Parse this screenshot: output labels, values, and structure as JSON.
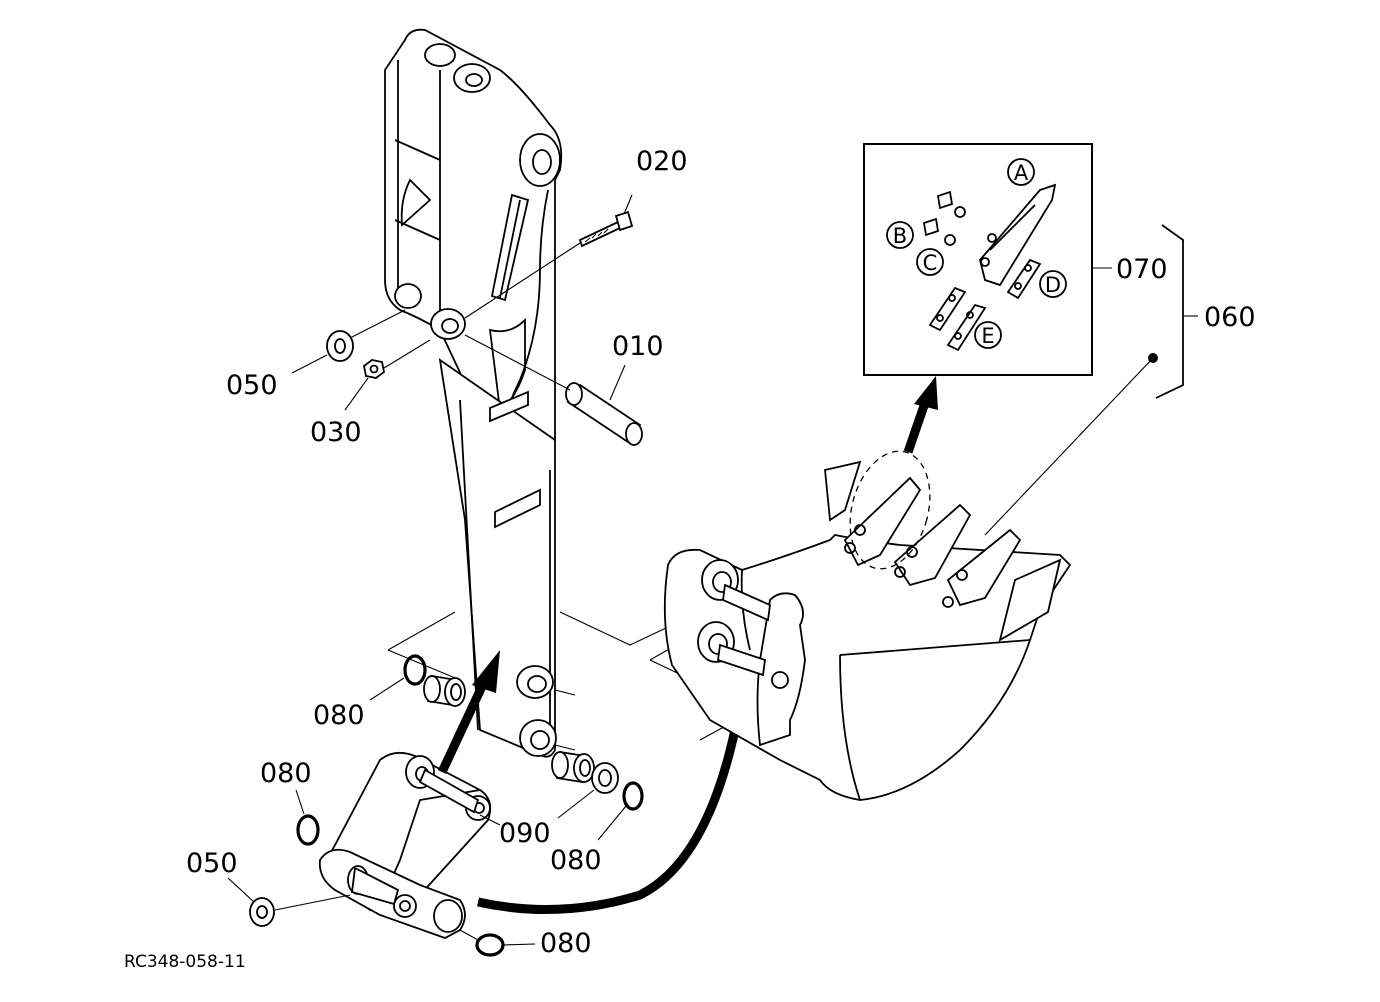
{
  "callouts": {
    "p010": "010",
    "p020": "020",
    "p030": "030",
    "p050_top": "050",
    "p050_bottom": "050",
    "p060": "060",
    "p070": "070",
    "p080_a": "080",
    "p080_b": "080",
    "p080_c": "080",
    "p080_d": "080",
    "p090": "090"
  },
  "inset": {
    "A": "A",
    "B": "B",
    "C": "C",
    "D": "D",
    "E": "E"
  },
  "drawing_code": "RC348-058-11"
}
